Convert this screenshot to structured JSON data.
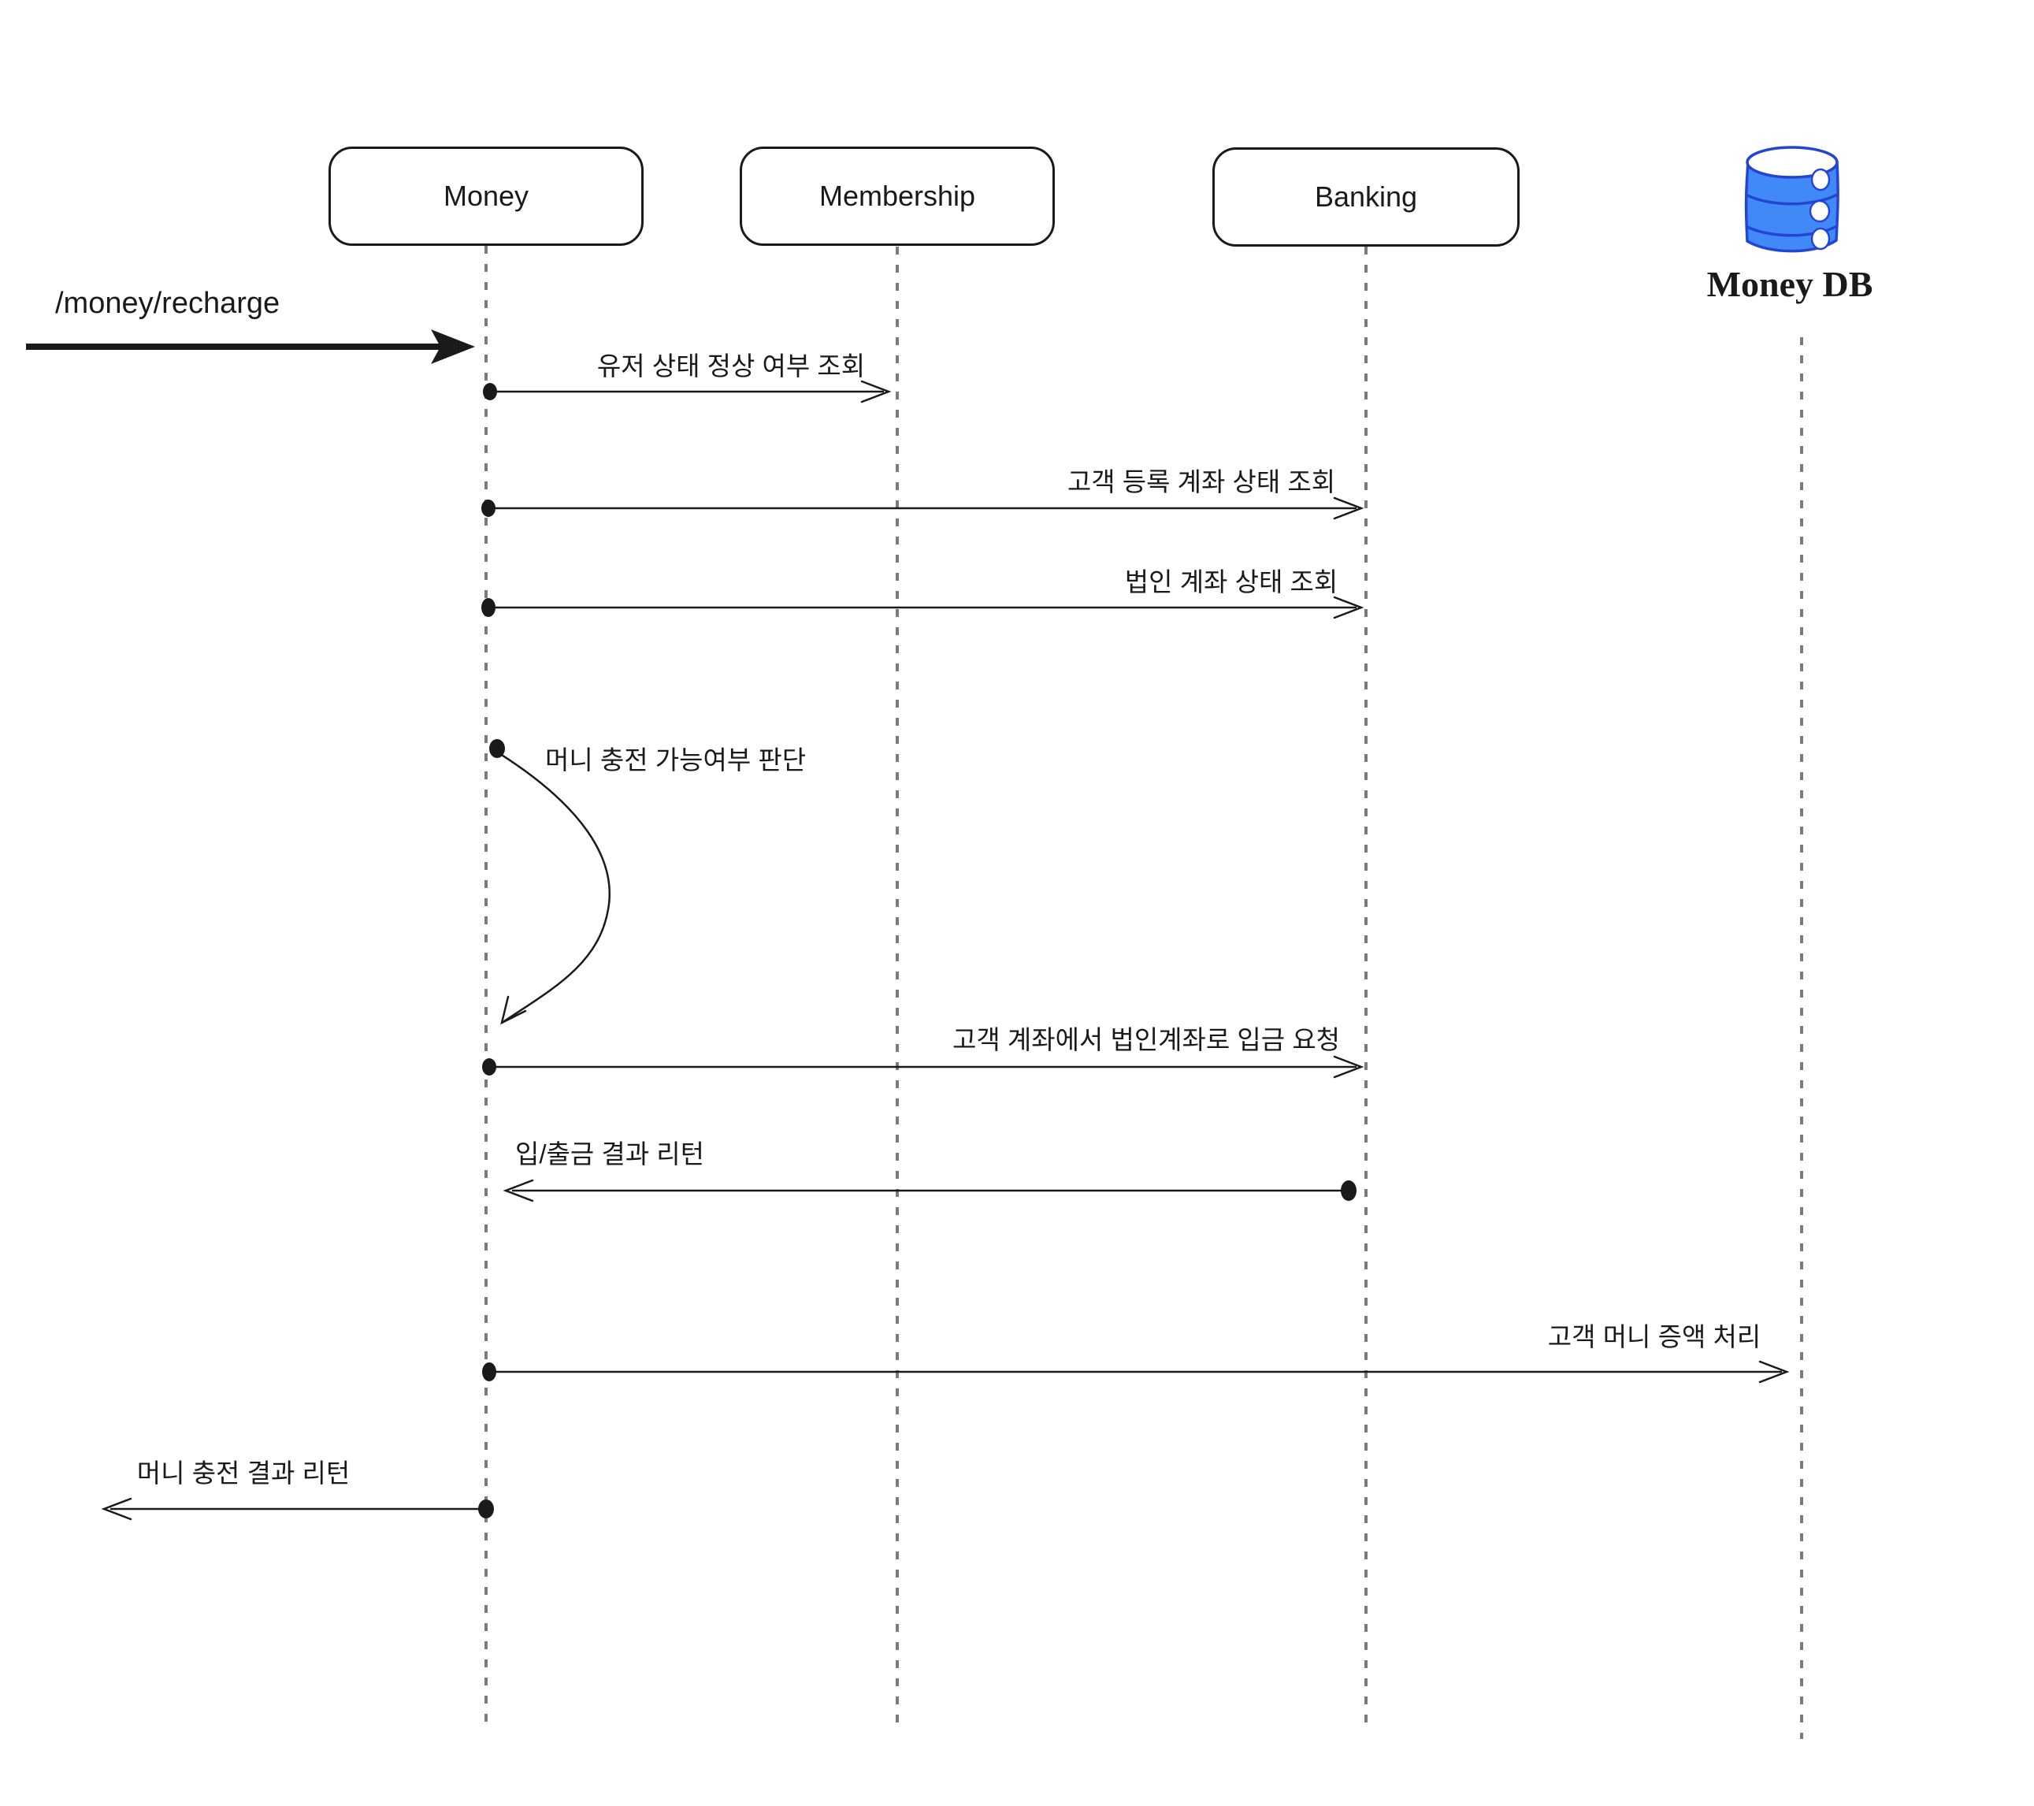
{
  "page": {
    "background": "#ffffff"
  },
  "diagram": {
    "type": "sequence-diagram",
    "actors": [
      {
        "id": "money",
        "label": "Money",
        "kind": "participant"
      },
      {
        "id": "membership",
        "label": "Membership",
        "kind": "participant"
      },
      {
        "id": "banking",
        "label": "Banking",
        "kind": "participant"
      },
      {
        "id": "money-db",
        "label": "Money DB",
        "kind": "database"
      }
    ],
    "entry_call": {
      "label": "/money/recharge",
      "to": "Money"
    },
    "messages": [
      {
        "id": 1,
        "label": "유저 상태 정상 여부 조회",
        "from": "Money",
        "to": "Membership",
        "direction": "right"
      },
      {
        "id": 2,
        "label": "고객 등록 계좌 상태 조회",
        "from": "Money",
        "to": "Banking",
        "direction": "right"
      },
      {
        "id": 3,
        "label": "법인 계좌 상태 조회",
        "from": "Money",
        "to": "Banking",
        "direction": "right"
      },
      {
        "id": 4,
        "label": "머니 충전 가능여부 판단",
        "from": "Money",
        "to": "Money",
        "direction": "self"
      },
      {
        "id": 5,
        "label": "고객 계좌에서 법인계좌로 입금 요청",
        "from": "Money",
        "to": "Banking",
        "direction": "right"
      },
      {
        "id": 6,
        "label": "입/출금 결과 리턴",
        "from": "Banking",
        "to": "Money",
        "direction": "left"
      },
      {
        "id": 7,
        "label": "고객 머니 증액 처리",
        "from": "Money",
        "to": "Money DB",
        "direction": "right"
      },
      {
        "id": 8,
        "label": "머니 충전 결과 리턴",
        "from": "Money",
        "to": "Caller",
        "direction": "left"
      }
    ],
    "colors": {
      "stroke": "#1a1a1a",
      "lifeline": "#7b7b7b",
      "db_fill": "#4189f6",
      "db_stroke": "#2445d4"
    }
  }
}
